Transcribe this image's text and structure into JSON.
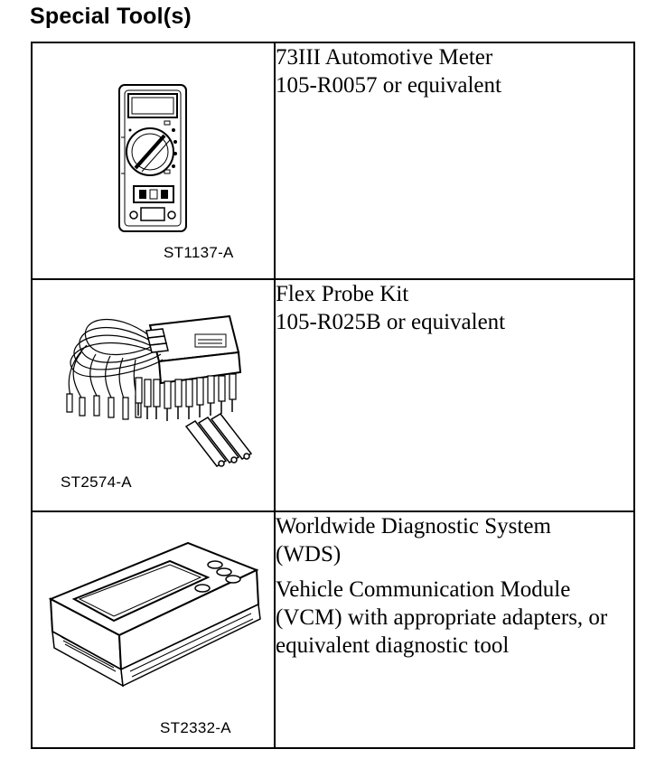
{
  "heading": "Special Tool(s)",
  "tools": [
    {
      "code": "ST1137-A",
      "lines": [
        "73III Automotive Meter",
        "105-R0057 or equivalent"
      ],
      "icon": "multimeter-icon"
    },
    {
      "code": "ST2574-A",
      "lines": [
        "Flex Probe Kit",
        "105-R025B or equivalent"
      ],
      "icon": "probe-kit-icon"
    },
    {
      "code": "ST2332-A",
      "paragraphs": [
        "Worldwide Diagnostic System (WDS)",
        "Vehicle Communication Module (VCM) with appropriate adapters, or equivalent diagnostic tool"
      ],
      "icon": "diagnostic-system-icon"
    }
  ]
}
